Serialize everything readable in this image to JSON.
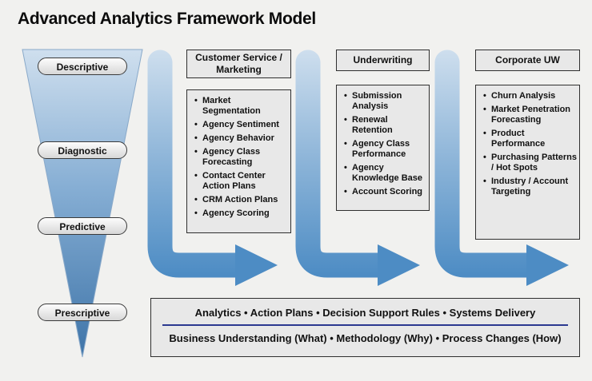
{
  "title": "Advanced Analytics Framework Model",
  "funnel": {
    "stages": [
      "Descriptive",
      "Diagnostic",
      "Predictive",
      "Prescriptive"
    ]
  },
  "columns": [
    {
      "header": "Customer Service / Marketing",
      "items": [
        "Market Segmentation",
        "Agency Sentiment",
        "Agency Behavior",
        "Agency Class Forecasting",
        "Contact Center Action Plans",
        "CRM Action Plans",
        "Agency Scoring"
      ]
    },
    {
      "header": "Underwriting",
      "items": [
        "Submission Analysis",
        "Renewal Retention",
        "Agency Class Performance",
        "Agency Knowledge Base",
        "Account Scoring"
      ]
    },
    {
      "header": "Corporate UW",
      "items": [
        "Churn Analysis",
        "Market Penetration Forecasting",
        "Product Performance",
        "Purchasing Patterns / Hot Spots",
        "Industry / Account Targeting"
      ]
    }
  ],
  "footer": {
    "line1": "Analytics • Action Plans • Decision Support Rules • Systems Delivery",
    "line2": "Business Understanding (What) • Methodology (Why) • Process Changes (How)"
  },
  "colors": {
    "arrow_blue": "#4d8cc4",
    "funnel_blue": "#3e74a8",
    "divider_navy": "#2b3990",
    "box_gray": "#e8e8e8"
  }
}
